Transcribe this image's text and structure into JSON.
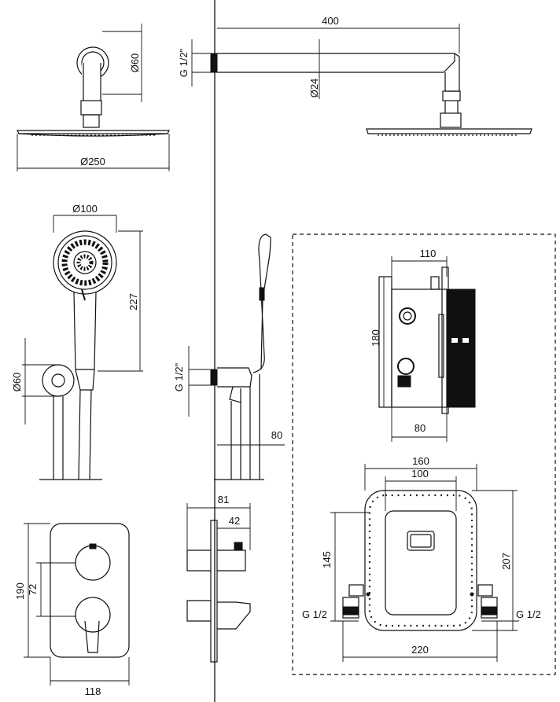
{
  "labels": {
    "overhead_dia_60": "Ø60",
    "overhead_dia_250": "Ø250",
    "arm_length_400": "400",
    "arm_dia_24": "Ø24",
    "arm_thread": "G 1/2\"",
    "hand_dia_100": "Ø100",
    "hand_len_227": "227",
    "holder_dia_60": "Ø60",
    "holder_thread": "G 1/2\"",
    "holder_depth_80": "80",
    "valve_w_110": "110",
    "valve_h_180": "180",
    "valve_d_80": "80",
    "plate_h_190": "190",
    "plate_72": "72",
    "plate_w_118": "118",
    "mixer_81": "81",
    "mixer_42": "42",
    "box_160": "160",
    "box_100": "100",
    "box_145": "145",
    "box_207": "207",
    "box_220": "220",
    "box_thread_left": "G 1/2",
    "box_thread_right": "G 1/2"
  }
}
